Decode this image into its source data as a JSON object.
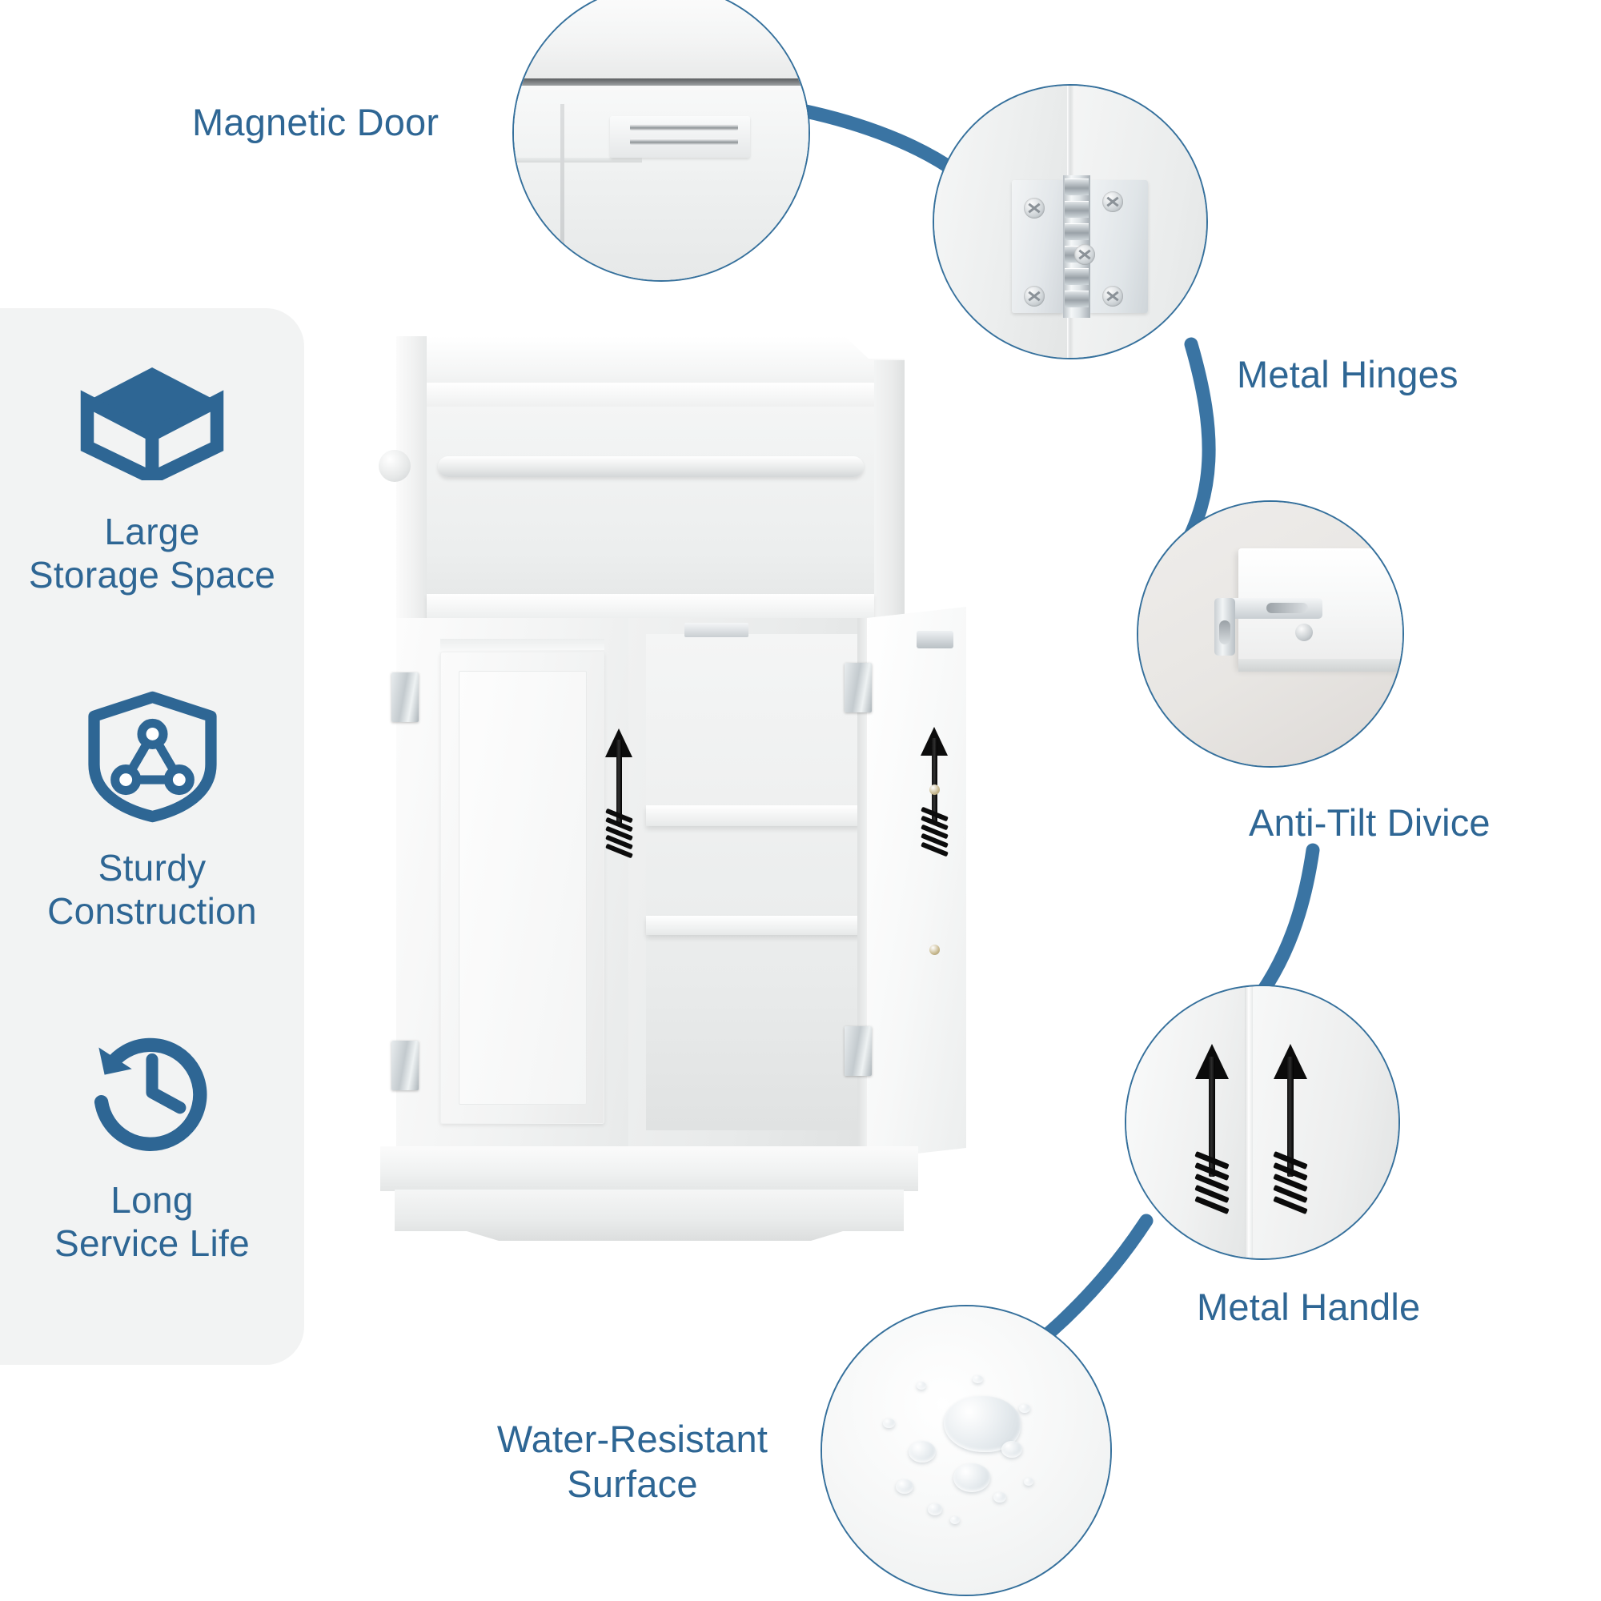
{
  "theme": {
    "accent": "#2e6694",
    "connector": "#3a74a3",
    "circle_border": "#35709c",
    "panel_bg": "#f2f3f3",
    "page_bg": "#ffffff"
  },
  "features": [
    {
      "icon": "box-icon",
      "label": "Large\nStorage Space"
    },
    {
      "icon": "shield-icon",
      "label": "Sturdy\nConstruction"
    },
    {
      "icon": "clock-icon",
      "label": "Long\nService Life"
    }
  ],
  "callouts": [
    {
      "id": "magnetic-door",
      "label": "Magnetic Door",
      "detail_icon": "magnetic-catch-detail"
    },
    {
      "id": "metal-hinges",
      "label": "Metal Hinges",
      "detail_icon": "chrome-butt-hinge-detail"
    },
    {
      "id": "anti-tilt",
      "label": "Anti-Tilt Divice",
      "detail_icon": "anti-tilt-bracket-detail"
    },
    {
      "id": "metal-handle",
      "label": "Metal Handle",
      "detail_icon": "black-arrow-handle-detail"
    },
    {
      "id": "water-resistant",
      "label": "Water-Resistant\nSurface",
      "detail_icon": "water-droplets-detail"
    }
  ],
  "product": {
    "name": "white-bathroom-floor-storage-cabinet",
    "alt": "White freestanding bathroom cabinet with open shelf, towel rod, two doors and arrow handles"
  }
}
